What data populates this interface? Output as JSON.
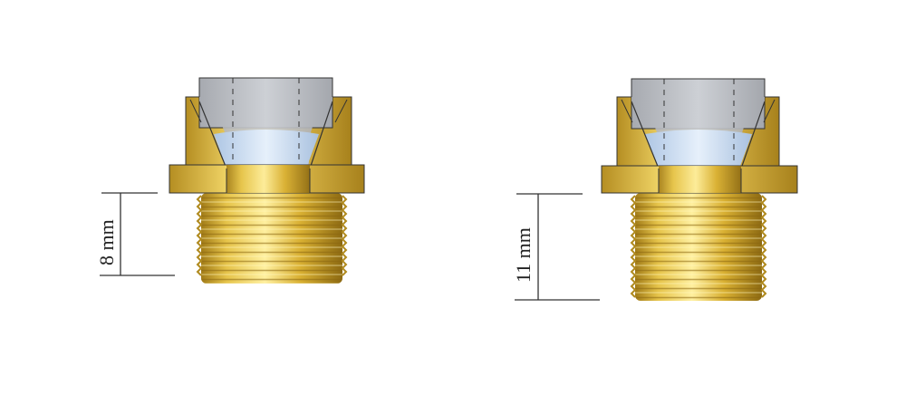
{
  "figure": {
    "description": "Two brass threaded push-fit fittings with inserted tube, side by side, with thread length dimensions",
    "colors": {
      "brass_light": "#f3dc6a",
      "brass_mid": "#d4a82a",
      "brass_dark": "#8a6510",
      "tube_gray": "#b9bcc2",
      "tube_blue": "#c9dcf2",
      "outline": "#333333"
    },
    "fittings": [
      {
        "id": "left",
        "dimension_label": "8 mm",
        "thread_length_mm": 8
      },
      {
        "id": "right",
        "dimension_label": "11 mm",
        "thread_length_mm": 11
      }
    ]
  }
}
